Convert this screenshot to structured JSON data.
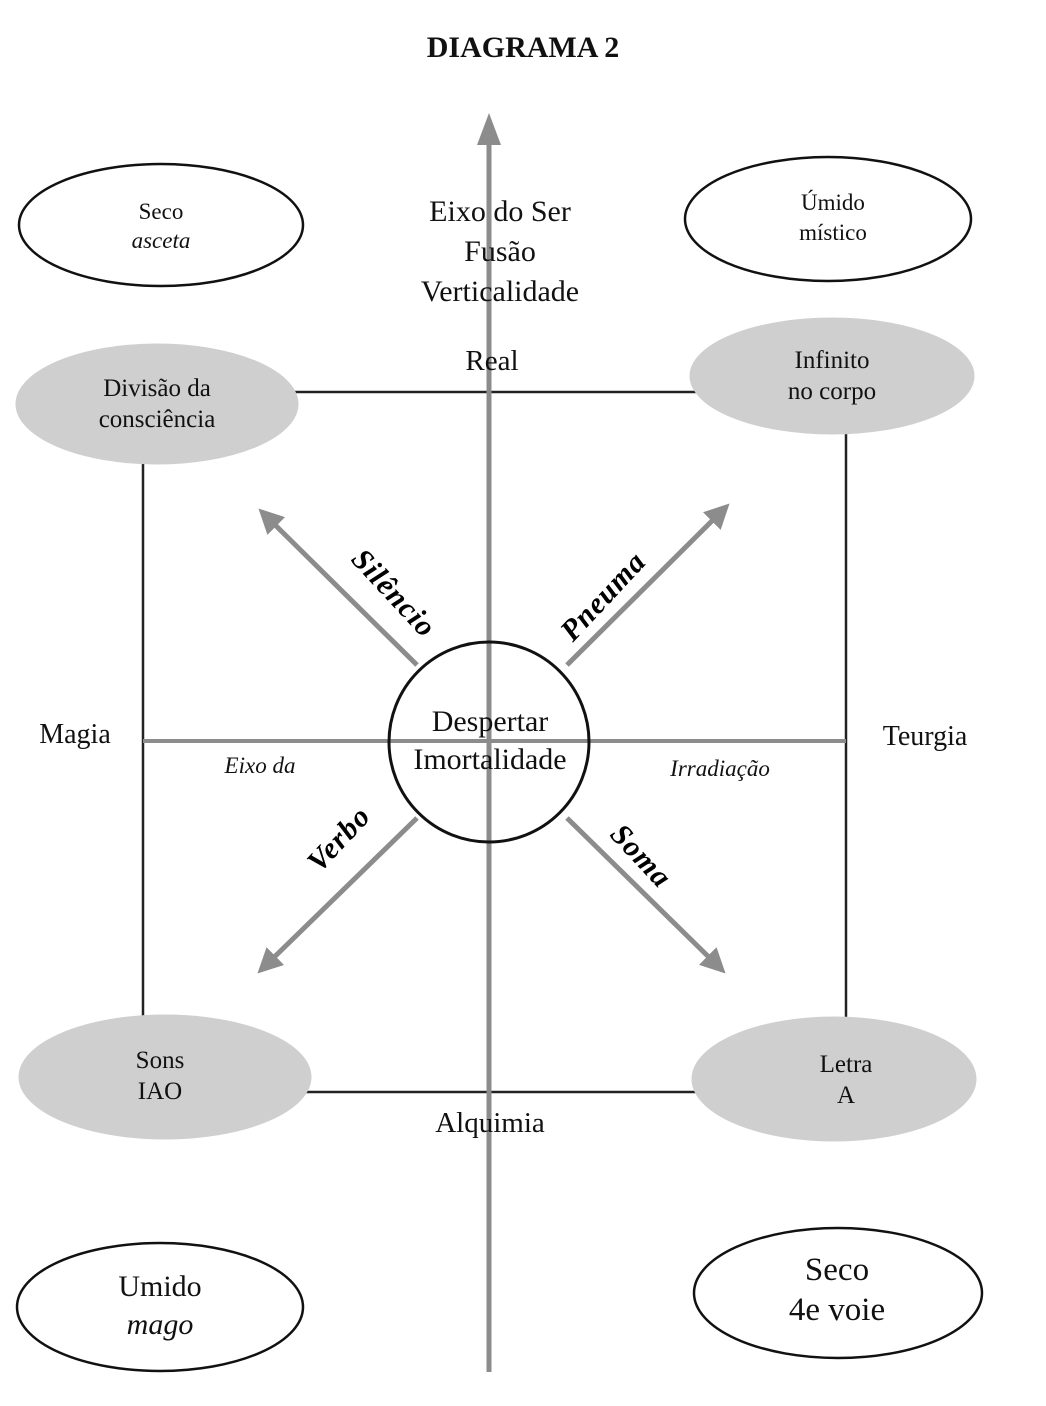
{
  "title": "DIAGRAMA 2",
  "axis_top": [
    "Eixo do Ser",
    "Fusão",
    "Verticalidade"
  ],
  "square_labels": {
    "top": "Real",
    "bottom": "Alquimia",
    "left": "Magia",
    "right": "Teurgia"
  },
  "center": {
    "line1": "Despertar",
    "line2": "Imortalidade"
  },
  "horizontal_axis": {
    "left": "Eixo da",
    "right": "Irradiação"
  },
  "diagonal_labels": {
    "upper_left": "Silêncio",
    "upper_right": "Pneuma",
    "lower_left": "Verbo",
    "lower_right": "Soma"
  },
  "corner_ellipses": {
    "top_left": {
      "line1": "Divisão da",
      "line2": "consciência"
    },
    "top_right": {
      "line1": "Infinito",
      "line2": "no corpo"
    },
    "bottom_left": {
      "line1": "Sons",
      "line2": "IAO"
    },
    "bottom_right": {
      "line1": "Letra",
      "line2": "A"
    }
  },
  "outer_ellipses": {
    "top_left": {
      "line1": "Seco",
      "line2": "asceta"
    },
    "top_right": {
      "line1": "Úmido",
      "line2": "místico"
    },
    "bottom_left": {
      "line1": "Umido",
      "line2": "mago"
    },
    "bottom_right": {
      "line1": "Seco",
      "line2": "4e voie"
    }
  },
  "colors": {
    "ink": "#111111",
    "arrow": "#8c8c8c",
    "ellipse_fill": "#cfcfcf",
    "line": "#222222"
  }
}
